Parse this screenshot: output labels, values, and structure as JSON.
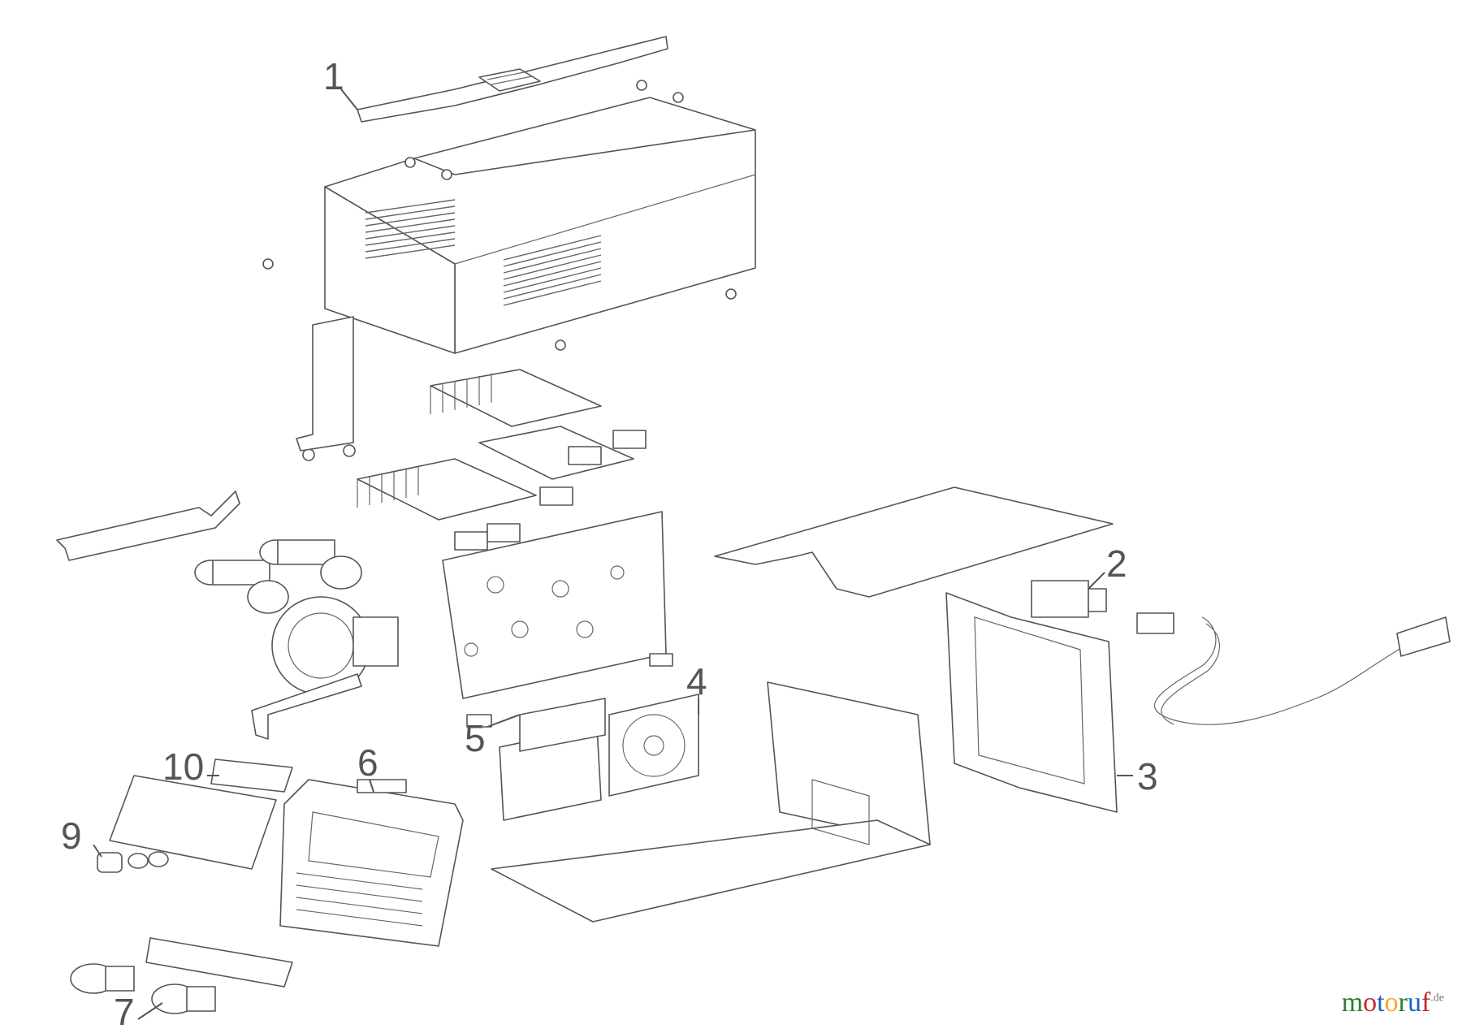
{
  "diagram": {
    "callouts": [
      {
        "id": "1",
        "text": "1"
      },
      {
        "id": "2",
        "text": "2"
      },
      {
        "id": "3",
        "text": "3"
      },
      {
        "id": "4",
        "text": "4"
      },
      {
        "id": "5",
        "text": "5"
      },
      {
        "id": "6",
        "text": "6"
      },
      {
        "id": "7",
        "text": "7"
      },
      {
        "id": "9",
        "text": "9"
      },
      {
        "id": "10",
        "text": "10"
      }
    ]
  },
  "watermark": {
    "text": "motoruf",
    "suffix": ".de",
    "letter_colors": [
      "#2e7d32",
      "#c62828",
      "#1565c0",
      "#f9a825",
      "#2e7d32",
      "#1565c0",
      "#c62828"
    ]
  }
}
